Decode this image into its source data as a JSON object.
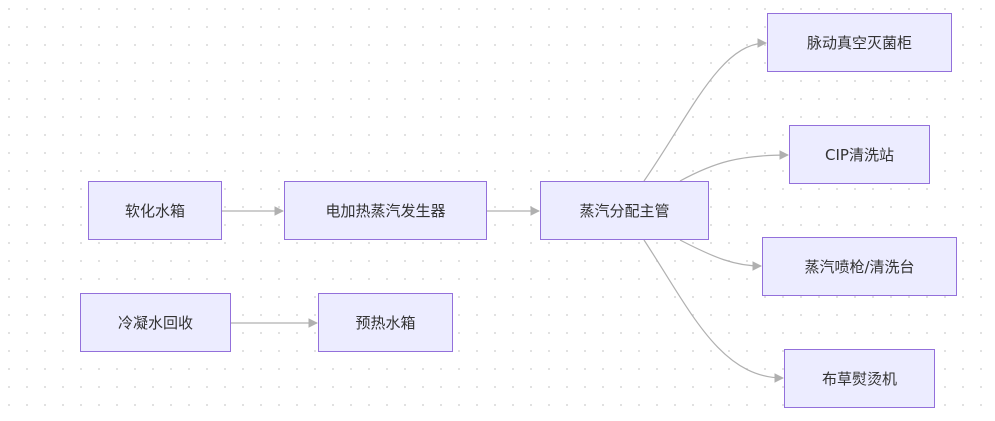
{
  "nodes": {
    "softener_tank": "软化水箱",
    "steam_generator": "电加热蒸汽发生器",
    "steam_manifold": "蒸汽分配主管",
    "vacuum_sterilizer": "脉动真空灭菌柜",
    "cip_station": "CIP清洗站",
    "steam_gun": "蒸汽喷枪/清洗台",
    "linen_ironer": "布草熨烫机",
    "condensate_return": "冷凝水回收",
    "preheat_tank": "预热水箱"
  },
  "edges": [
    {
      "from": "softener_tank",
      "to": "steam_generator"
    },
    {
      "from": "steam_generator",
      "to": "steam_manifold"
    },
    {
      "from": "steam_manifold",
      "to": "vacuum_sterilizer"
    },
    {
      "from": "steam_manifold",
      "to": "cip_station"
    },
    {
      "from": "steam_manifold",
      "to": "steam_gun"
    },
    {
      "from": "steam_manifold",
      "to": "linen_ironer"
    },
    {
      "from": "condensate_return",
      "to": "preheat_tank"
    }
  ],
  "colors": {
    "node_fill": "#ececff",
    "node_border": "#9370db",
    "edge": "#b0b0b0"
  }
}
